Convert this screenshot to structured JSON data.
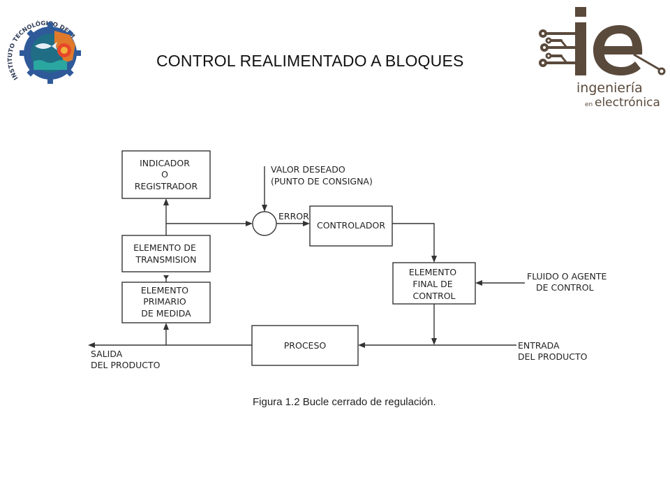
{
  "slide": {
    "title": "CONTROL REALIMENTADO A BLOQUES"
  },
  "logos": {
    "left": {
      "text": "INSTITUTO TECNOLÓGICO DE MAZATLÁN",
      "colors": {
        "gear": "#2f5a9a",
        "map": "#e07a2a",
        "sun": "#e8462a",
        "sea": "#2aa7a0",
        "inner": "#f0b23a"
      }
    },
    "right": {
      "letters": "ie",
      "line1": "ingeniería",
      "line2_small": "en",
      "line2": "electrónica",
      "color": "#5a4a3c"
    }
  },
  "diagram": {
    "blocks": {
      "indicador": [
        "INDICADOR",
        "O",
        "REGISTRADOR"
      ],
      "transmision": [
        "ELEMENTO DE",
        "TRANSMISION"
      ],
      "primario": [
        "ELEMENTO",
        "PRIMARIO",
        "DE MEDIDA"
      ],
      "controlador": [
        "CONTROLADOR"
      ],
      "final": [
        "ELEMENTO",
        "FINAL  DE",
        "CONTROL"
      ],
      "proceso": [
        "PROCESO"
      ]
    },
    "labels": {
      "valor_deseado": [
        "VALOR DESEADO",
        "(PUNTO DE CONSIGNA)"
      ],
      "error": "ERROR",
      "fluido": [
        "FLUIDO O AGENTE",
        "DE CONTROL"
      ],
      "entrada": [
        "ENTRADA",
        "DEL PRODUCTO"
      ],
      "salida": [
        "SALIDA",
        "DEL PRODUCTO"
      ]
    },
    "caption": "Figura 1.2 Bucle cerrado de regulación."
  }
}
